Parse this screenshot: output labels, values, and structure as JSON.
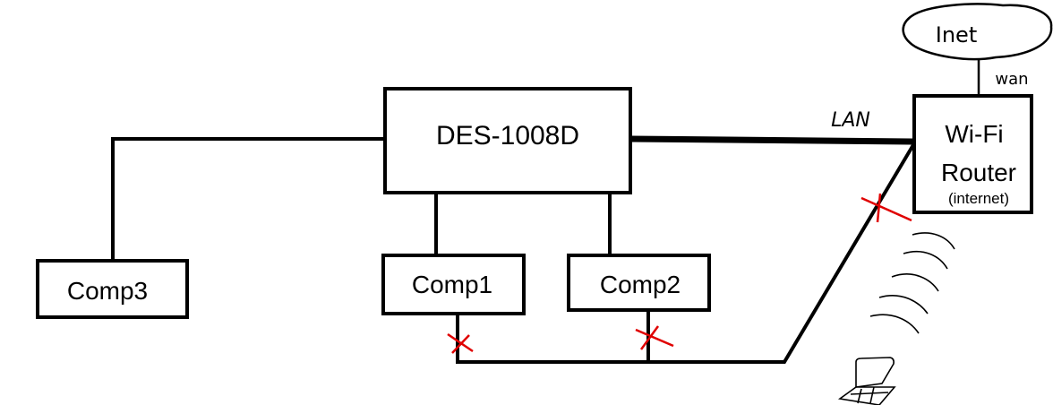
{
  "diagram": {
    "switch": {
      "label": "DES-1008D"
    },
    "router": {
      "line1": "Wi-Fi",
      "line2": "Router",
      "line3": "(internet)"
    },
    "comp1": {
      "label": "Comp1"
    },
    "comp2": {
      "label": "Comp2"
    },
    "comp3": {
      "label": "Comp3"
    },
    "cloud": {
      "label": "Inet"
    },
    "links": {
      "wan_label": "wan",
      "lan_label": "LAN"
    },
    "colors": {
      "line": "#000000",
      "cross": "#e00000"
    }
  }
}
